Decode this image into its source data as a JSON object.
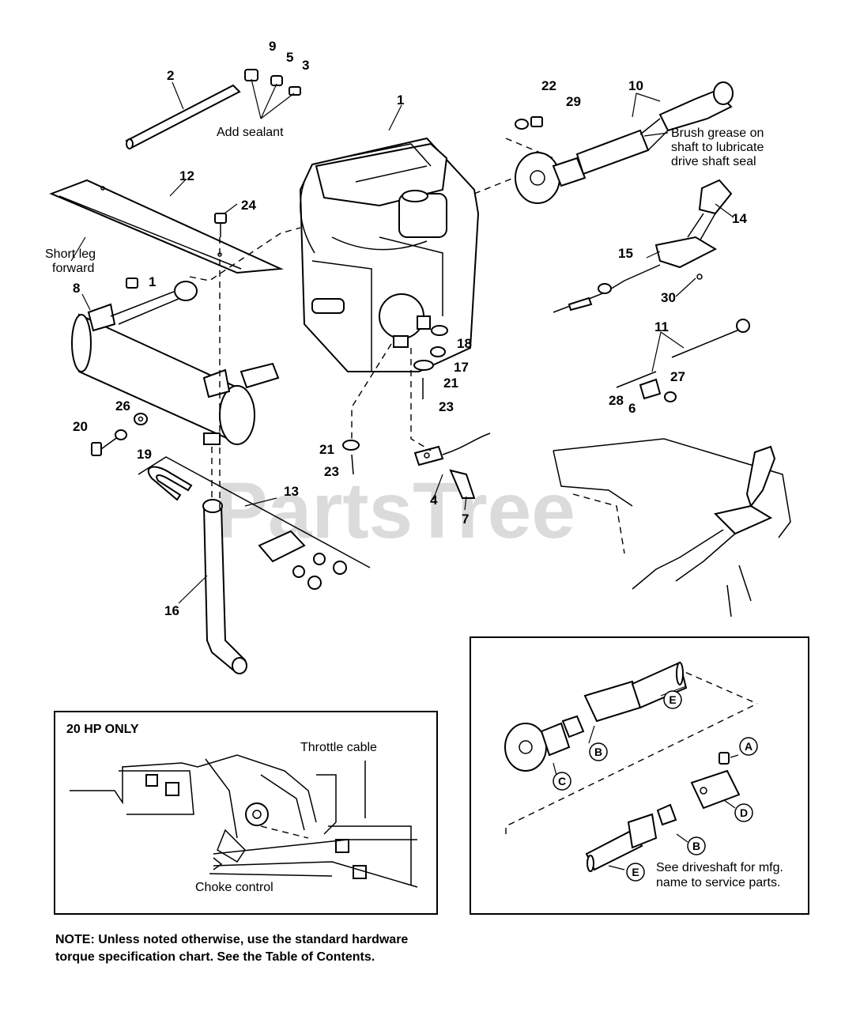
{
  "watermark": "PartsTree",
  "part_numbers": {
    "p1": "1",
    "p1b": "1",
    "p2": "2",
    "p3": "3",
    "p4": "4",
    "p5": "5",
    "p6": "6",
    "p7": "7",
    "p8": "8",
    "p9": "9",
    "p10": "10",
    "p11": "11",
    "p12": "12",
    "p13": "13",
    "p14": "14",
    "p15": "15",
    "p16": "16",
    "p17": "17",
    "p18": "18",
    "p19": "19",
    "p20": "20",
    "p21a": "21",
    "p21b": "21",
    "p22": "22",
    "p23a": "23",
    "p23b": "23",
    "p24": "24",
    "p26": "26",
    "p27": "27",
    "p28": "28",
    "p29": "29",
    "p30": "30"
  },
  "labels": {
    "add_sealant": "Add sealant",
    "brush_grease_1": "Brush grease on",
    "brush_grease_2": "shaft to lubricate",
    "brush_grease_3": "drive shaft seal",
    "short_leg_1": "Short leg",
    "short_leg_2": "forward"
  },
  "inset_hp": {
    "title": "20 HP ONLY",
    "throttle_cable": "Throttle cable",
    "choke_control": "Choke control"
  },
  "inset_driveshaft": {
    "callouts": {
      "a": "A",
      "b1": "B",
      "b2": "B",
      "c": "C",
      "d": "D",
      "e1": "E",
      "e2": "E"
    },
    "note_1": "See driveshaft for mfg.",
    "note_2": "name to service parts."
  },
  "note": "NOTE: Unless noted otherwise, use the standard hardware torque specification chart. See the Table of Contents."
}
